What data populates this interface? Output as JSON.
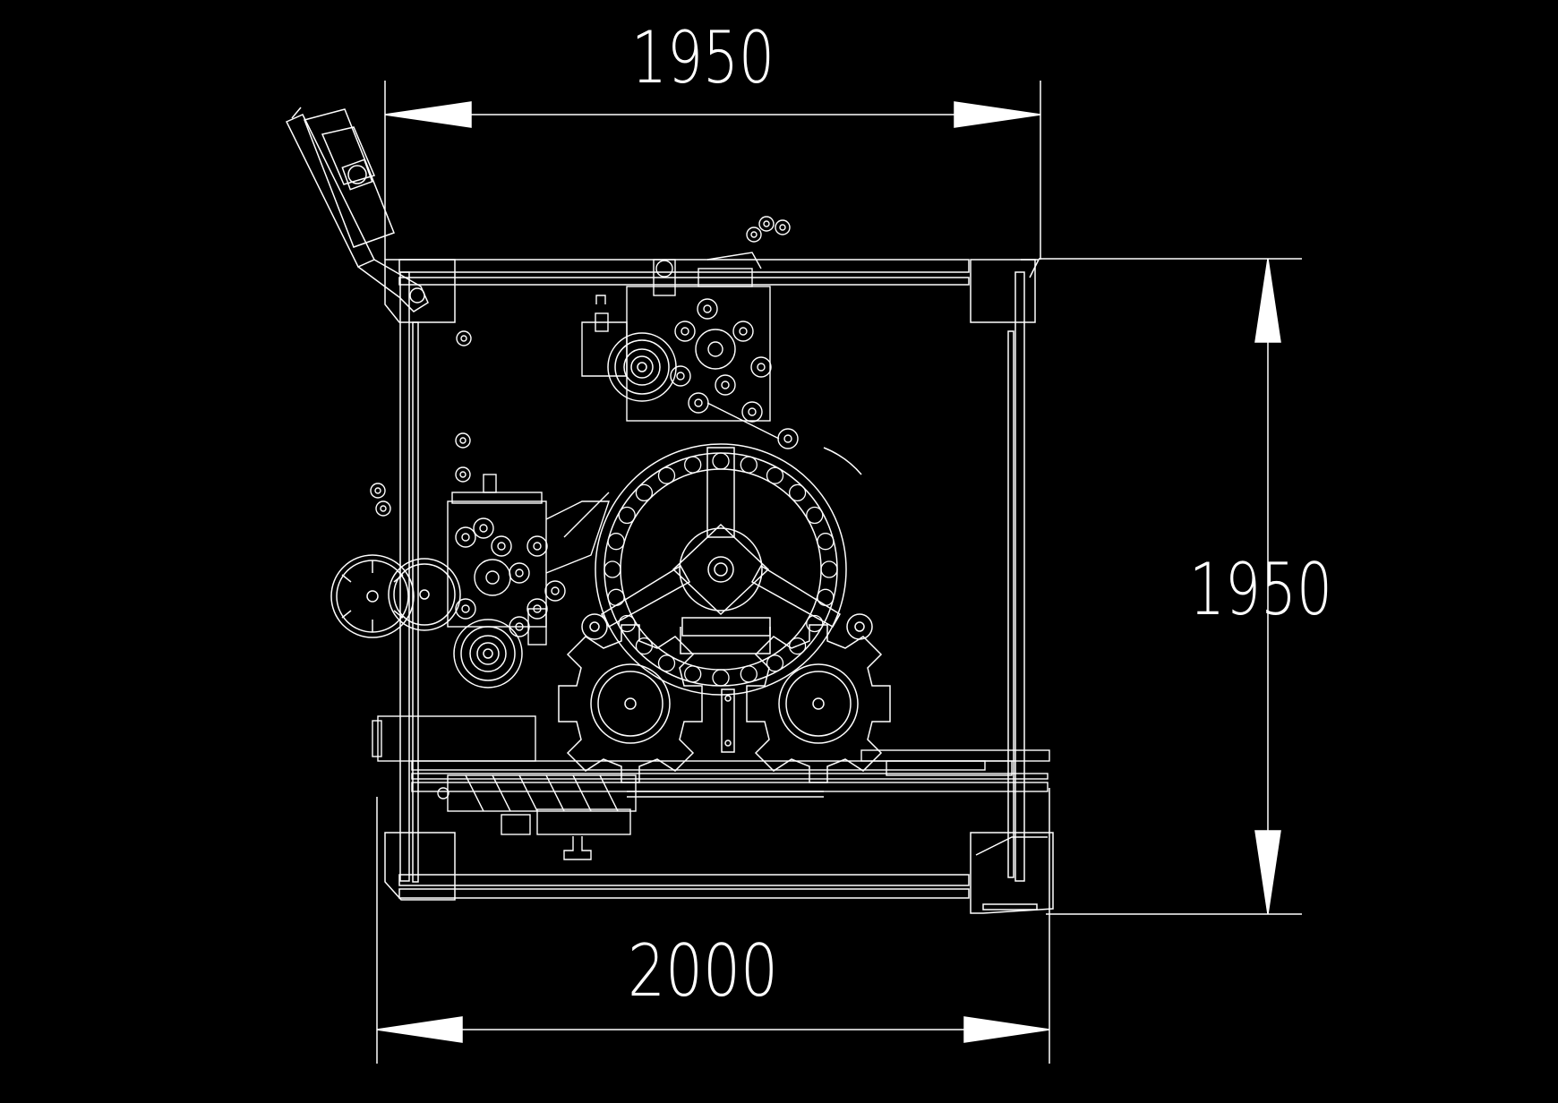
{
  "drawing": {
    "background": "#000000",
    "line_color": "#ffffff",
    "dimensions": {
      "top_width": "1950",
      "right_height": "1950",
      "bottom_width": "2000"
    }
  }
}
